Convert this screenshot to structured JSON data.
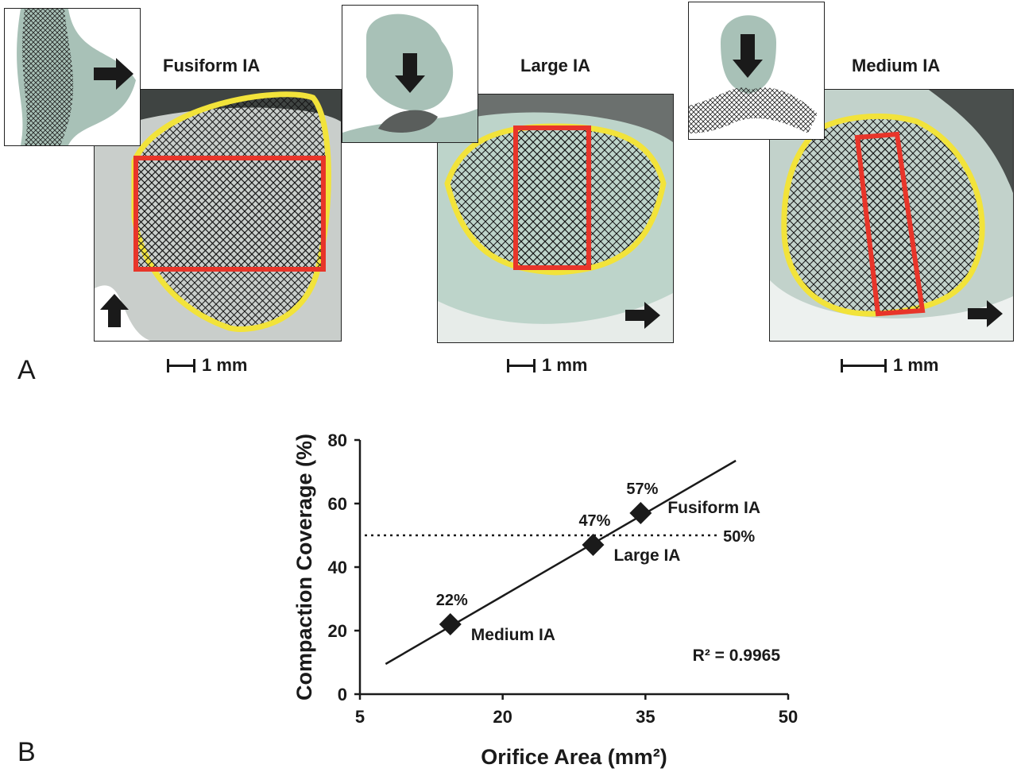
{
  "panelA": {
    "letter": "A",
    "cases": [
      {
        "title": "Fusiform IA",
        "scale_label": "1 mm"
      },
      {
        "title": "Large IA",
        "scale_label": "1 mm"
      },
      {
        "title": "Medium IA",
        "scale_label": "1 mm"
      }
    ]
  },
  "panelB": {
    "letter": "B"
  },
  "colors": {
    "orifice_outline": "#f2e33a",
    "compaction_outline": "#e8352a",
    "vessel": "#9fb7ad",
    "mesh": "#151515"
  },
  "chart_data": {
    "type": "scatter",
    "xlabel": "Orifice Area (mm²)",
    "ylabel": "Compaction Coverage (%)",
    "xlim": [
      5,
      50
    ],
    "ylim": [
      0,
      80
    ],
    "xticks": [
      "5",
      "20",
      "35",
      "50"
    ],
    "yticks": [
      "0",
      "20",
      "40",
      "60",
      "80"
    ],
    "points": [
      {
        "name": "Medium IA",
        "x": 14.5,
        "y": 22,
        "label": "22%"
      },
      {
        "name": "Large IA",
        "x": 29.5,
        "y": 47,
        "label": "47%"
      },
      {
        "name": "Fusiform IA",
        "x": 34.5,
        "y": 57,
        "label": "57%"
      }
    ],
    "trendline": {
      "x": [
        7.7,
        44.5
      ],
      "y": [
        9.5,
        73.5
      ]
    },
    "threshold": {
      "y": 50,
      "label": "50%"
    },
    "r2_label": "R² = 0.9965"
  }
}
